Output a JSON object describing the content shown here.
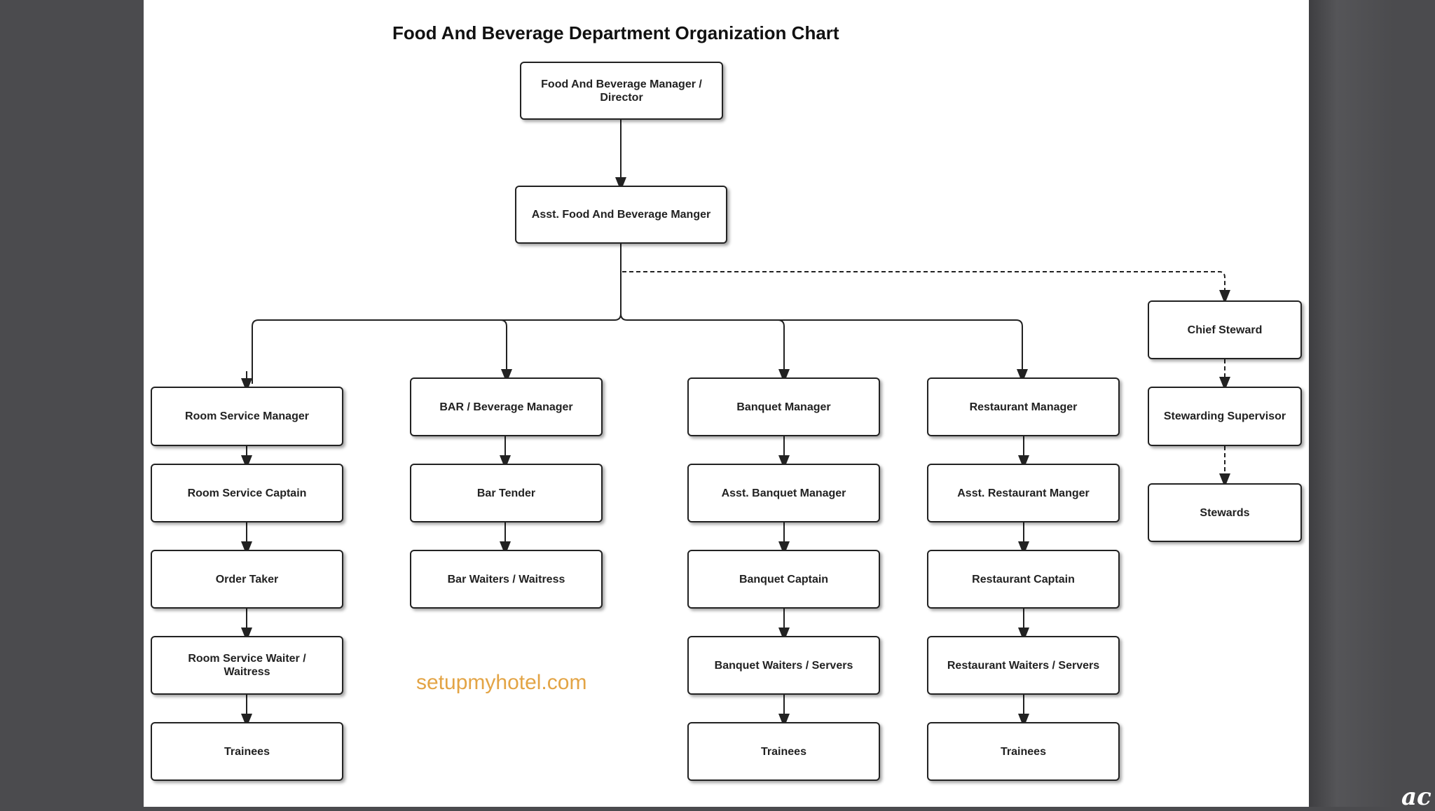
{
  "title": "Food And Beverage Department Organization Chart",
  "watermark": "setupmyhotel.com",
  "corner_mark": "ac",
  "nodes": {
    "director": "Food And Beverage Manager / Director",
    "asst_fb": "Asst. Food And Beverage Manger",
    "room_service_manager": "Room Service Manager",
    "room_service_captain": "Room Service Captain",
    "order_taker": "Order Taker",
    "room_service_waiter": "Room Service Waiter / Waitress",
    "room_trainees": "Trainees",
    "bar_manager": "BAR / Beverage Manager",
    "bar_tender": "Bar Tender",
    "bar_waiters": "Bar Waiters / Waitress",
    "banquet_manager": "Banquet Manager",
    "asst_banquet_manager": "Asst. Banquet Manager",
    "banquet_captain": "Banquet Captain",
    "banquet_waiters": "Banquet Waiters / Servers",
    "banquet_trainees": "Trainees",
    "restaurant_manager": "Restaurant Manager",
    "asst_restaurant_manager": "Asst. Restaurant Manger",
    "restaurant_captain": "Restaurant Captain",
    "restaurant_waiters": "Restaurant Waiters / Servers",
    "restaurant_trainees": "Trainees",
    "chief_steward": "Chief Steward",
    "stewarding_supervisor": "Stewarding Supervisor",
    "stewards": "Stewards"
  },
  "colors": {
    "background": "#4b4b4e",
    "canvas": "#ffffff",
    "watermark": "#e3a445",
    "line": "#222222"
  }
}
